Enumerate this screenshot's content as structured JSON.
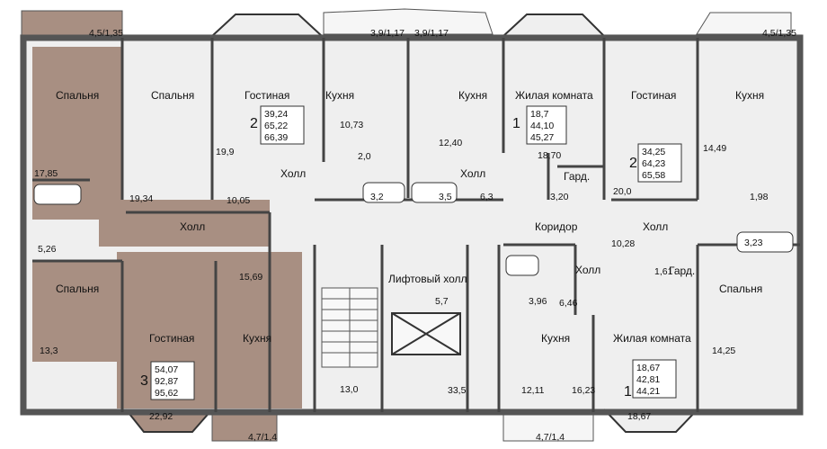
{
  "colors": {
    "wall": "#6e6e6e",
    "floor": "#e9e9e9",
    "highlight": "#a88f82",
    "balcony": "#f2f2f2",
    "line": "#333333"
  },
  "balconies": {
    "top_left": "4,5/1,35",
    "top_mid_left": "3,9/1,17",
    "top_mid_right": "3,9/1,17",
    "top_right": "4,5/1,35",
    "bottom_left": "4,7/1,4",
    "bottom_right": "4,7/1,4"
  },
  "rooms": {
    "bedroom_left": "Спальня",
    "bedroom_2": "Спальня",
    "living_2": "Гостиная",
    "kitchen_2": "Кухня",
    "kitchen_1": "Кухня",
    "living_room_1": "Жилая комната",
    "living_4": "Гостиная",
    "kitchen_4": "Кухня",
    "hall_2": "Холл",
    "hall_1": "Холл",
    "wardrobe_4": "Гард.",
    "hall_4": "Холл",
    "corridor": "Коридор",
    "hall_left": "Холл",
    "bedroom_left_lower": "Спальня",
    "lift_hall": "Лифтовый холл",
    "hall_5": "Холл",
    "wardrobe_5": "Гард.",
    "bedroom_right": "Спальня",
    "living_3": "Гостиная",
    "kitchen_3": "Кухня",
    "kitchen_5": "Кухня",
    "living_room_5": "Жилая комната"
  },
  "areas": {
    "a17_85": "17,85",
    "a19_34": "19,34",
    "a19_9": "19,9",
    "a10_05": "10,05",
    "a10_73": "10,73",
    "a2_0": "2,0",
    "a12_40": "12,40",
    "a18_70": "18,70",
    "a3_2": "3,2",
    "a3_5": "3,5",
    "a6_3": "6,3",
    "a3_20": "3,20",
    "a20_0": "20,0",
    "a14_49": "14,49",
    "a1_98": "1,98",
    "a3_23": "3,23",
    "a10_28": "10,28",
    "a1_61": "1,61",
    "a5_26": "5,26",
    "a15_69": "15,69",
    "a5_7": "5,7",
    "a3_96": "3,96",
    "a6_46": "6,46",
    "a13_3": "13,3",
    "a13_0": "13,0",
    "a33_5": "33,5",
    "a12_11": "12,11",
    "a16_23": "16,23",
    "a14_25": "14,25",
    "a22_92": "22,92",
    "a18_67": "18,67"
  },
  "apartments": [
    {
      "num": "2",
      "values": [
        "39,24",
        "65,22",
        "66,39"
      ]
    },
    {
      "num": "1",
      "values": [
        "18,7",
        "44,10",
        "45,27"
      ]
    },
    {
      "num": "2",
      "values": [
        "34,25",
        "64,23",
        "65,58"
      ]
    },
    {
      "num": "3",
      "values": [
        "54,07",
        "92,87",
        "95,62"
      ]
    },
    {
      "num": "1",
      "values": [
        "18,67",
        "42,81",
        "44,21"
      ]
    }
  ]
}
